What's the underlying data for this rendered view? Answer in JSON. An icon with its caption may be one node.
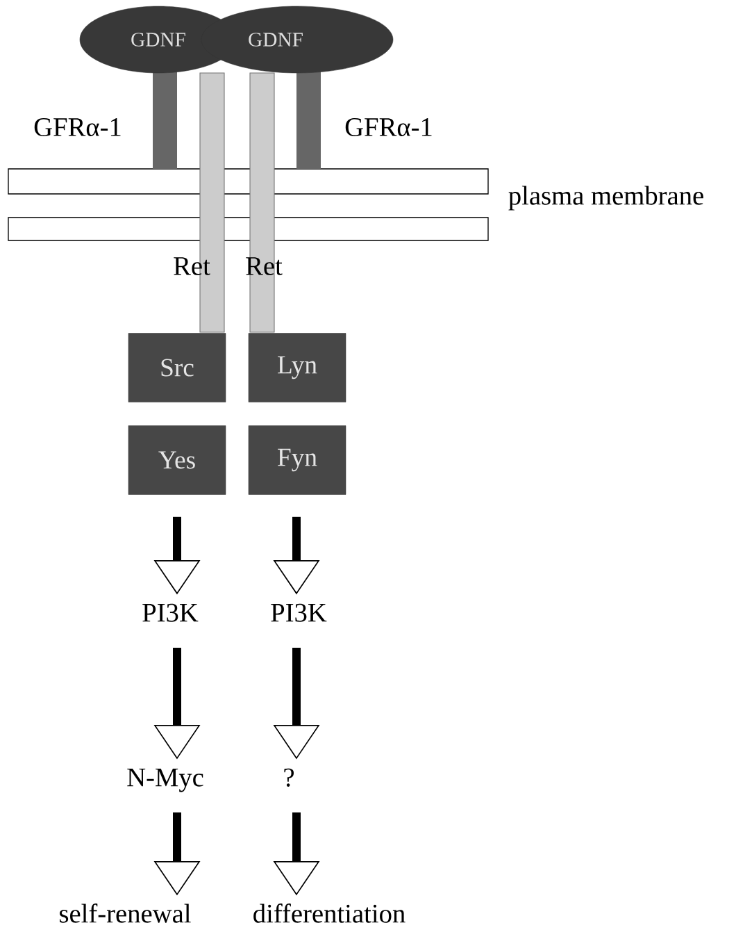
{
  "diagram": {
    "nodes": [
      {
        "text": [
          "GDNF"
        ]
      },
      {
        "text": [
          "GDNF"
        ]
      },
      {
        "text": [
          "Src"
        ]
      },
      {
        "text": [
          "Lyn"
        ]
      },
      {
        "text": [
          "Yes"
        ]
      },
      {
        "text": [
          "Fyn"
        ]
      },
      {
        "text": [
          "PI3K"
        ]
      },
      {
        "text": [
          "PI3K"
        ]
      },
      {
        "text": [
          "N-Myc"
        ]
      },
      {
        "text": [
          "?"
        ]
      },
      {
        "text": [
          "self-renewal"
        ]
      },
      {
        "text": [
          "differentiation"
        ]
      }
    ],
    "edges": [
      {
        "from": 4,
        "to": 6,
        "arrow": "to"
      },
      {
        "from": 5,
        "to": 7,
        "arrow": "to"
      },
      {
        "from": 6,
        "to": 8,
        "arrow": "to"
      },
      {
        "from": 7,
        "to": 9,
        "arrow": "to"
      },
      {
        "from": 8,
        "to": 10,
        "arrow": "to"
      },
      {
        "from": 9,
        "to": 11,
        "arrow": "to"
      }
    ],
    "labels": [
      "GFRα-1",
      "GFRα-1",
      "plasma membrane",
      "Ret",
      "Ret"
    ]
  }
}
